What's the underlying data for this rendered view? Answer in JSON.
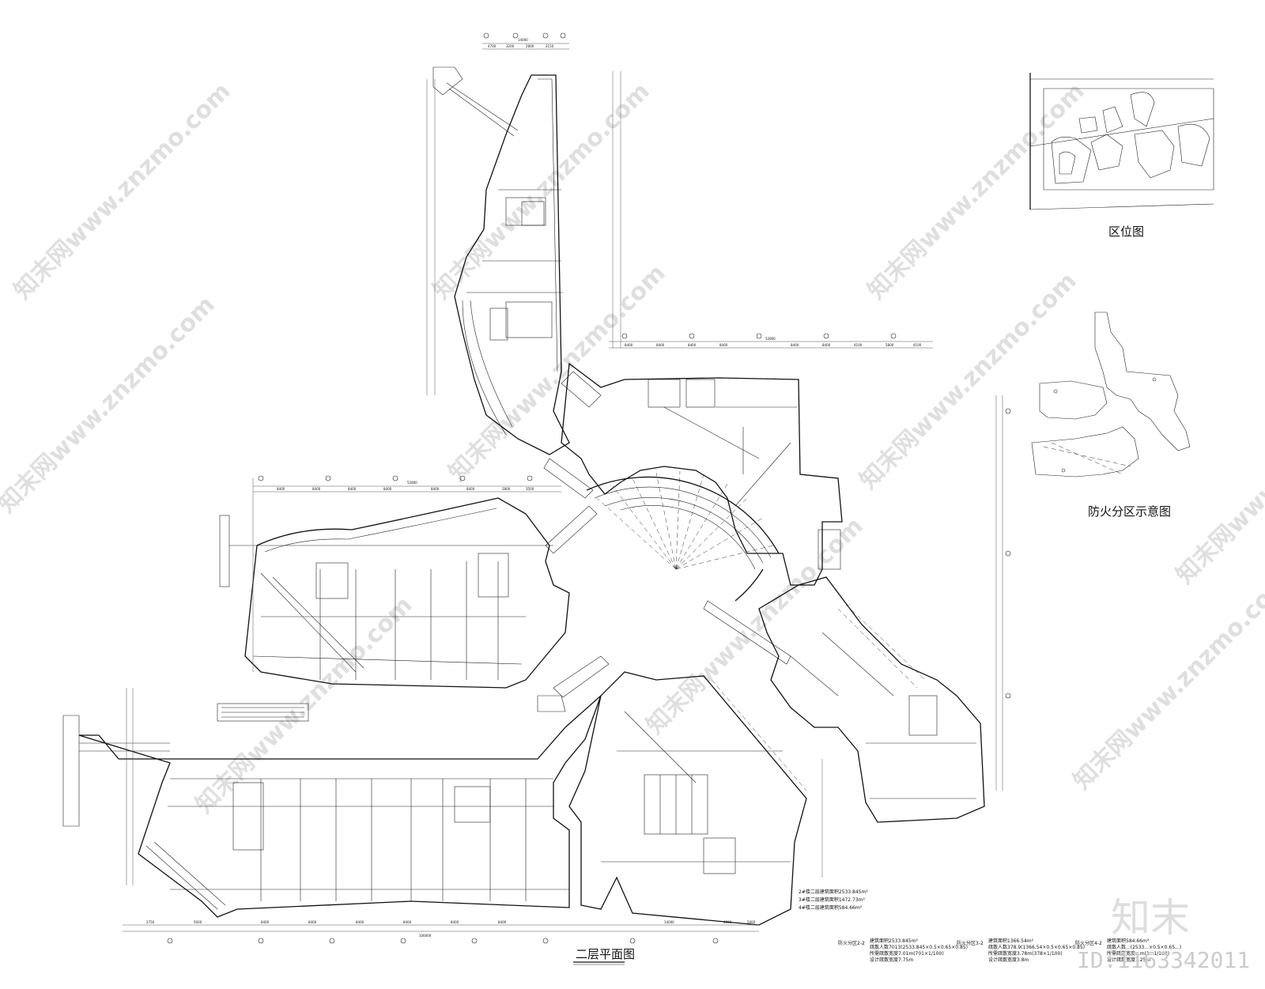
{
  "titles": {
    "main_plan": "二层平面图",
    "location_map": "区位图",
    "fire_zone_map": "防火分区示意图"
  },
  "floor_areas": [
    "2#楼二层建筑面积2533.845m²",
    "3#楼二层建筑面积1472.73m²",
    "4#楼二层建筑面积584.66m²"
  ],
  "fire_zones": [
    {
      "name": "防火分区2-2",
      "lines": [
        "建筑面积2533.845m²",
        "疏散人数7013(2533.845×0.5×0.65×0.85)",
        "所需疏散宽度7.01m(701×1/100)",
        "设计疏散宽度7.75m"
      ]
    },
    {
      "name": "防火分区3-2",
      "lines": [
        "建筑面积1366.54m²",
        "疏散人数378.9(1366.54×0.5×0.65×0.85)",
        "所需疏散宽度3.78m(378×1/100)",
        "设计疏散宽度3.8m"
      ]
    },
    {
      "name": "防火分区4-2",
      "lines": [
        "建筑面积584.66m²",
        "疏散人数...(2533...×0.5×0.65...)",
        "所需疏散宽度...m(1...1/100)",
        "设计疏散宽度1.25m"
      ]
    }
  ],
  "dimensions": {
    "top": [
      "14000",
      "4700",
      "3200",
      "2800",
      "2150"
    ],
    "mid_top": [
      "8400",
      "8400",
      "8400",
      "8400",
      "52800",
      "8400",
      "8400",
      "4100",
      "5800",
      "4100"
    ],
    "west_top": [
      "8400",
      "8400",
      "8400",
      "8400",
      "52800",
      "8400",
      "8400",
      "2800",
      "3500"
    ],
    "bottom": [
      "2750",
      "5600",
      "8400",
      "8400",
      "8400",
      "8400",
      "8400",
      "8400",
      "106000",
      "14000",
      "4000",
      "5000"
    ]
  },
  "watermark": {
    "text": "知末网www.znzmo.com"
  },
  "logo": {
    "text": "知末"
  },
  "id_label": "ID:1163342011"
}
